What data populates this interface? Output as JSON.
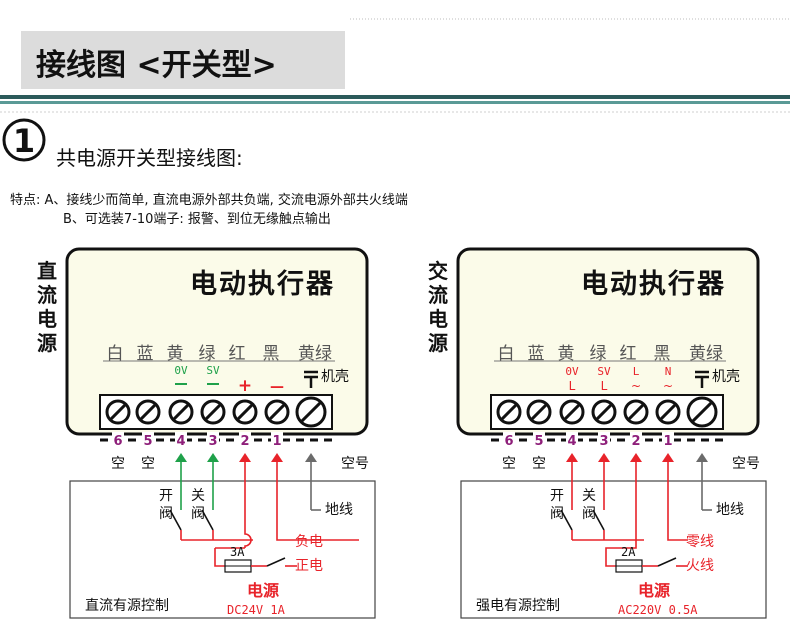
{
  "header": {
    "title": "接线图 <开关型>"
  },
  "section": {
    "number": "1",
    "title": "共电源开关型接线图:"
  },
  "features": {
    "line1": "特点: A、接线少而简单, 直流电源外部共负端, 交流电源外部共火线端",
    "line2": "B、可选装7-10端子: 报警、到位无缘触点输出"
  },
  "left_panel": {
    "side_label": [
      "直",
      "流",
      "电",
      "源"
    ],
    "device_title": "电动执行器",
    "wire_colors": [
      "白",
      "蓝",
      "黄",
      "绿",
      "红",
      "黑",
      "黄绿"
    ],
    "signal_labels": [
      "0V",
      "SV"
    ],
    "plus_sign": "+",
    "minus_sign": "—",
    "case_label": "机壳",
    "terminal_numbers": [
      "6",
      "5",
      "4",
      "3",
      "2",
      "1"
    ],
    "empty_label": "空",
    "empty_number_label": "空号",
    "open_valve": [
      "开",
      "阀"
    ],
    "close_valve": [
      "关",
      "阀"
    ],
    "ground_label": "地线",
    "neg_label": "负电",
    "pos_label": "正电",
    "fuse_label": "3A",
    "power_title": "电源",
    "power_spec": "DC24V 1A",
    "box_label": "直流有源控制"
  },
  "right_panel": {
    "side_label": [
      "交",
      "流",
      "电",
      "源"
    ],
    "device_title": "电动执行器",
    "wire_colors": [
      "白",
      "蓝",
      "黄",
      "绿",
      "红",
      "黑",
      "黄绿"
    ],
    "signal_labels_top": [
      "0V",
      "SV",
      "L",
      "N"
    ],
    "signal_labels_bottom": [
      "L",
      "L",
      "~",
      "~"
    ],
    "case_label": "机壳",
    "terminal_numbers": [
      "6",
      "5",
      "4",
      "3",
      "2",
      "1"
    ],
    "empty_label": "空",
    "empty_number_label": "空号",
    "open_valve": [
      "开",
      "阀"
    ],
    "close_valve": [
      "关",
      "阀"
    ],
    "ground_label": "地线",
    "neutral_label": "零线",
    "live_label": "火线",
    "fuse_label": "2A",
    "power_title": "电源",
    "power_spec": "AC220V 0.5A",
    "box_label": "强电有源控制"
  },
  "colors": {
    "green": "#1fa14a",
    "red": "#e8232a",
    "purple": "#8e1f7a",
    "panel_fill": "#fbfbe9",
    "header_fill": "#dcdcdc",
    "rule_dark": "#2b5a5a",
    "rule_teal": "#5a9a96",
    "gray": "#6b6b6b"
  }
}
